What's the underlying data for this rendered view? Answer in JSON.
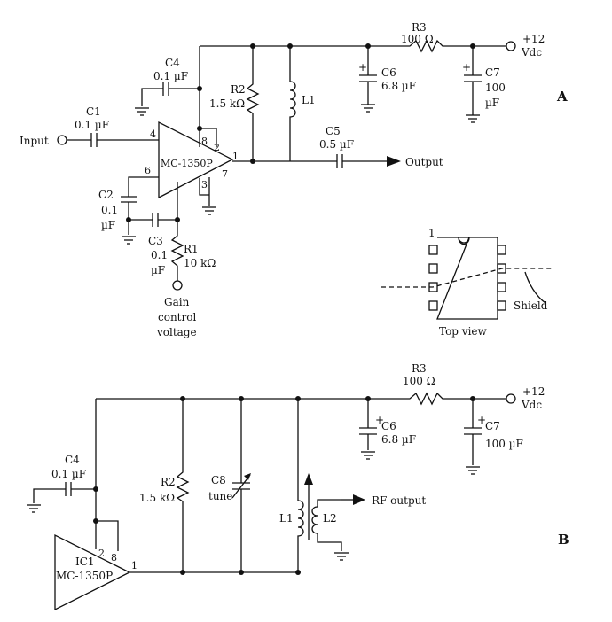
{
  "diagram": {
    "panel_a": {
      "label": "A",
      "c1": {
        "name": "C1",
        "value": "0.1 µF"
      },
      "c2": {
        "name": "C2",
        "value_1": "0.1",
        "value_2": "µF"
      },
      "c3": {
        "name": "C3",
        "value_1": "0.1",
        "value_2": "µF"
      },
      "c4": {
        "name": "C4",
        "value": "0.1 µF"
      },
      "c5": {
        "name": "C5",
        "value": "0.5 µF"
      },
      "c6": {
        "name": "C6",
        "value": "6.8 µF"
      },
      "c7": {
        "name": "C7",
        "value_1": "100",
        "value_2": "µF"
      },
      "r1": {
        "name": "R1",
        "value": "10 kΩ"
      },
      "r2": {
        "name": "R2",
        "value": "1.5 kΩ"
      },
      "r3": {
        "name": "R3",
        "value": "100 Ω"
      },
      "l1": "L1",
      "ic": "MC-1350P",
      "pins": {
        "p1": "1",
        "p2": "2",
        "p3": "3",
        "p4": "4",
        "p6": "6",
        "p7": "7",
        "p8": "8"
      },
      "input": "Input",
      "output": "Output",
      "supply_1": "+12",
      "supply_2": "Vdc",
      "gain_1": "Gain",
      "gain_2": "control",
      "gain_3": "voltage",
      "plus": "+"
    },
    "top_view": {
      "pin1": "1",
      "shield": "Shield",
      "caption": "Top view"
    },
    "panel_b": {
      "label": "B",
      "c4": {
        "name": "C4",
        "value": "0.1 µF"
      },
      "c6": {
        "name": "C6",
        "value": "6.8 µF"
      },
      "c7": {
        "name": "C7",
        "value": "100 µF"
      },
      "c8": {
        "name": "C8",
        "value": "tune"
      },
      "r2": {
        "name": "R2",
        "value": "1.5 kΩ"
      },
      "r3": {
        "name": "R3",
        "value": "100 Ω"
      },
      "l1": "L1",
      "l2": "L2",
      "ic_name": "IC1",
      "ic": "MC-1350P",
      "pins": {
        "p1": "1",
        "p2": "2",
        "p8": "8"
      },
      "rf_output": "RF output",
      "supply_1": "+12",
      "supply_2": "Vdc",
      "plus": "+"
    }
  }
}
